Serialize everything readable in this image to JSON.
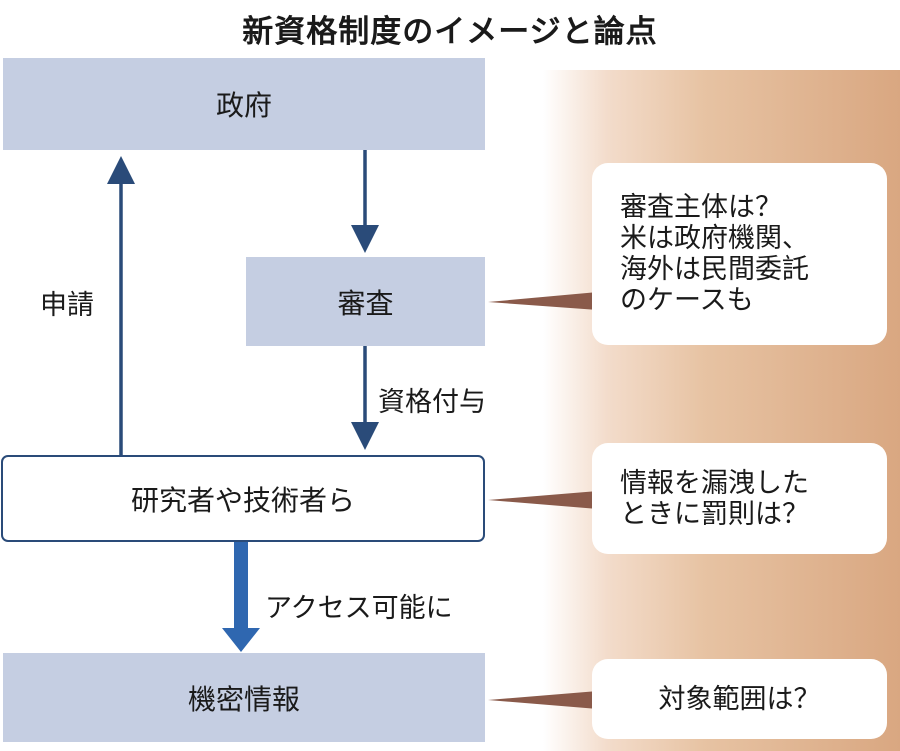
{
  "title": "新資格制度のイメージと論点",
  "nodes": {
    "government": "政府",
    "review": "審査",
    "researchers": "研究者や技術者ら",
    "classified_info": "機密情報"
  },
  "edges": {
    "apply": "申請",
    "grant_qualification": "資格付与",
    "access_allowed": "アクセス可能に"
  },
  "issues": [
    {
      "lines": [
        "審査主体は？",
        "米は政府機関、",
        "海外は民間委託",
        "のケースも"
      ]
    },
    {
      "lines": [
        "情報を漏洩した",
        "ときに罰則は？"
      ]
    },
    {
      "lines": [
        "対象範囲は？"
      ]
    }
  ],
  "colors": {
    "box_fill": "#c5cee2",
    "arrow": "#2a4b79",
    "thick_arrow": "#2f67b0",
    "pointer": "#8a5a4a",
    "panel": "#e2b897"
  }
}
